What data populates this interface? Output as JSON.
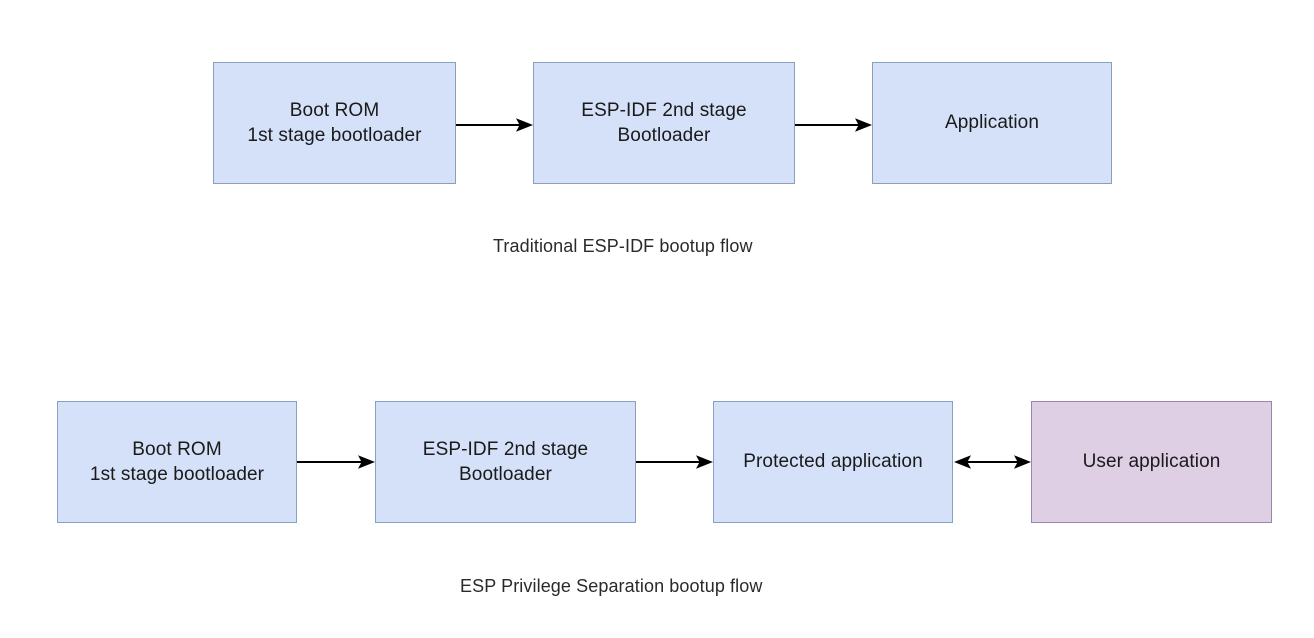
{
  "diagram": {
    "title_top": "Traditional ESP-IDF bootup flow",
    "title_bottom": "ESP Privilege Separation bootup flow",
    "colors": {
      "box_blue_fill": "#d4e1f8",
      "box_blue_border": "#8aa0c0",
      "box_purple_fill": "#decfe5",
      "box_purple_border": "#9a86a8",
      "arrow": "#000000",
      "text": "#1a1a1a",
      "background": "#ffffff"
    },
    "flows": [
      {
        "id": "traditional",
        "caption": "Traditional ESP-IDF bootup flow",
        "nodes": [
          {
            "id": "boot-rom",
            "label": "Boot ROM\n1st stage bootloader",
            "style": "blue"
          },
          {
            "id": "second-stage-bootloader",
            "label": "ESP-IDF 2nd stage\nBootloader",
            "style": "blue"
          },
          {
            "id": "application",
            "label": "Application",
            "style": "blue"
          }
        ],
        "edges": [
          {
            "from": "boot-rom",
            "to": "second-stage-bootloader",
            "direction": "forward"
          },
          {
            "from": "second-stage-bootloader",
            "to": "application",
            "direction": "forward"
          }
        ]
      },
      {
        "id": "privilege-separation",
        "caption": "ESP Privilege Separation bootup flow",
        "nodes": [
          {
            "id": "boot-rom",
            "label": "Boot ROM\n1st stage bootloader",
            "style": "blue"
          },
          {
            "id": "second-stage-bootloader",
            "label": "ESP-IDF 2nd stage\nBootloader",
            "style": "blue"
          },
          {
            "id": "protected-application",
            "label": "Protected application",
            "style": "blue"
          },
          {
            "id": "user-application",
            "label": "User application",
            "style": "purple"
          }
        ],
        "edges": [
          {
            "from": "boot-rom",
            "to": "second-stage-bootloader",
            "direction": "forward"
          },
          {
            "from": "second-stage-bootloader",
            "to": "protected-application",
            "direction": "forward"
          },
          {
            "from": "protected-application",
            "to": "user-application",
            "direction": "bidirectional"
          }
        ]
      }
    ]
  }
}
